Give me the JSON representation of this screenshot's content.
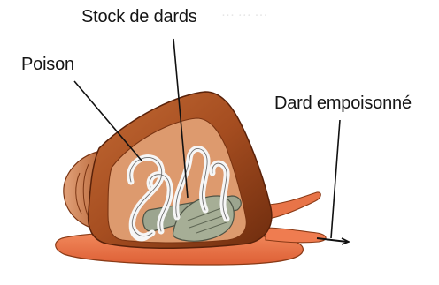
{
  "labels": {
    "stock": "Stock de dards",
    "poison": "Poison",
    "dard": "Dard empoisonné"
  },
  "colors": {
    "shell_dark": "#7a3412",
    "shell_mid": "#b55a2a",
    "shell_light": "#d98b5a",
    "foot": "#e87448",
    "gland_white": "#f4f4f4",
    "darts_gray": "#9ca58f",
    "line": "#111111"
  }
}
